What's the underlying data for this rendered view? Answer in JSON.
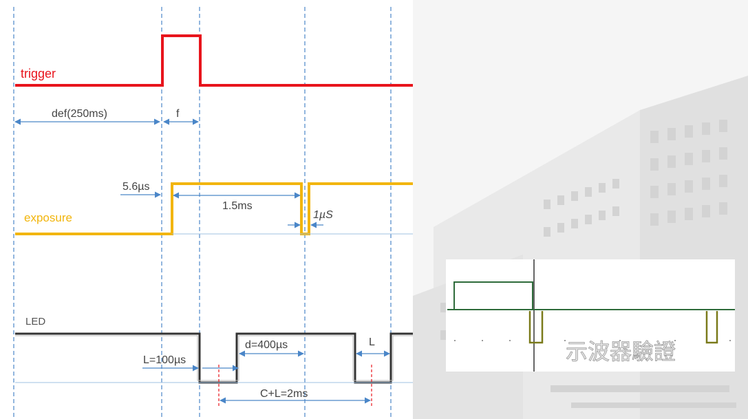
{
  "signals": {
    "trigger": {
      "label": "trigger",
      "color": "#e8141c"
    },
    "exposure": {
      "label": "exposure",
      "color": "#f2b50c"
    },
    "led": {
      "label": "LED",
      "color": "#333333"
    }
  },
  "annotations": {
    "def": "def(250ms)",
    "f": "f",
    "delay": "5.6µs",
    "exposure_time": "1.5ms",
    "gap": "1µS",
    "d": "d=400µs",
    "l_left": "L=100µs",
    "l_right": "L",
    "period": "C+L=2ms"
  },
  "inset": {
    "caption": "示波器驗證",
    "trace_color": "#2e6b3a"
  },
  "colors": {
    "guide": "#4a86c8",
    "arrow": "#4a86c8",
    "marker": "#e8141c"
  }
}
